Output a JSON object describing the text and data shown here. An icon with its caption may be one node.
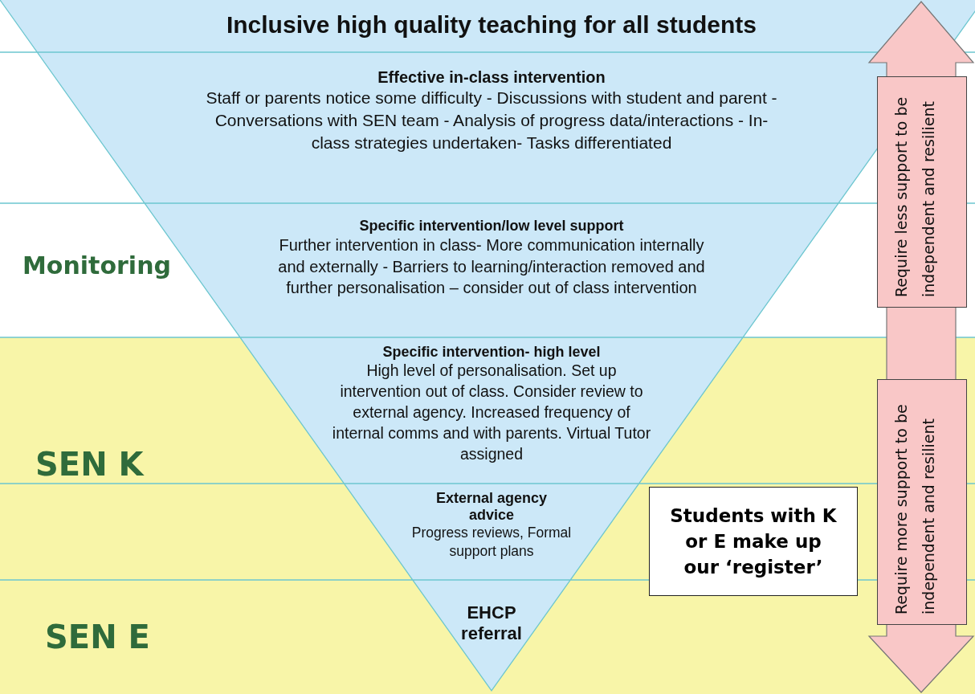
{
  "diagram": {
    "nodes": [
      {
        "text": [
          "Inclusive high quality teaching for all students"
        ]
      },
      {
        "text": [
          "Effective in-class intervention",
          "Staff or parents notice some difficulty - Discussions with student and parent - Conversations with SEN team - Analysis of progress data/interactions - In-class strategies undertaken- Tasks differentiated"
        ]
      },
      {
        "text": [
          "Specific intervention/low level support",
          "Further intervention in class- More communication internally and externally - Barriers to learning/interaction removed and further personalisation – consider out of class intervention"
        ]
      },
      {
        "text": [
          "Specific intervention- high level",
          "High level of personalisation. Set up intervention out of class. Consider review to external agency. Increased frequency of internal comms and with parents. Virtual Tutor assigned"
        ]
      },
      {
        "text": [
          "External agency advice",
          "Progress reviews, Formal support plans"
        ]
      },
      {
        "text": [
          "EHCP referral"
        ]
      },
      {
        "text": [
          "Students with K or E make up our ‘register’"
        ]
      },
      {
        "text": [
          "Require less support to be independent and resilient"
        ]
      },
      {
        "text": [
          "Require more  support to be independent and resilient"
        ]
      }
    ],
    "labels": [
      "Monitoring",
      "SEN K",
      "SEN E"
    ]
  }
}
